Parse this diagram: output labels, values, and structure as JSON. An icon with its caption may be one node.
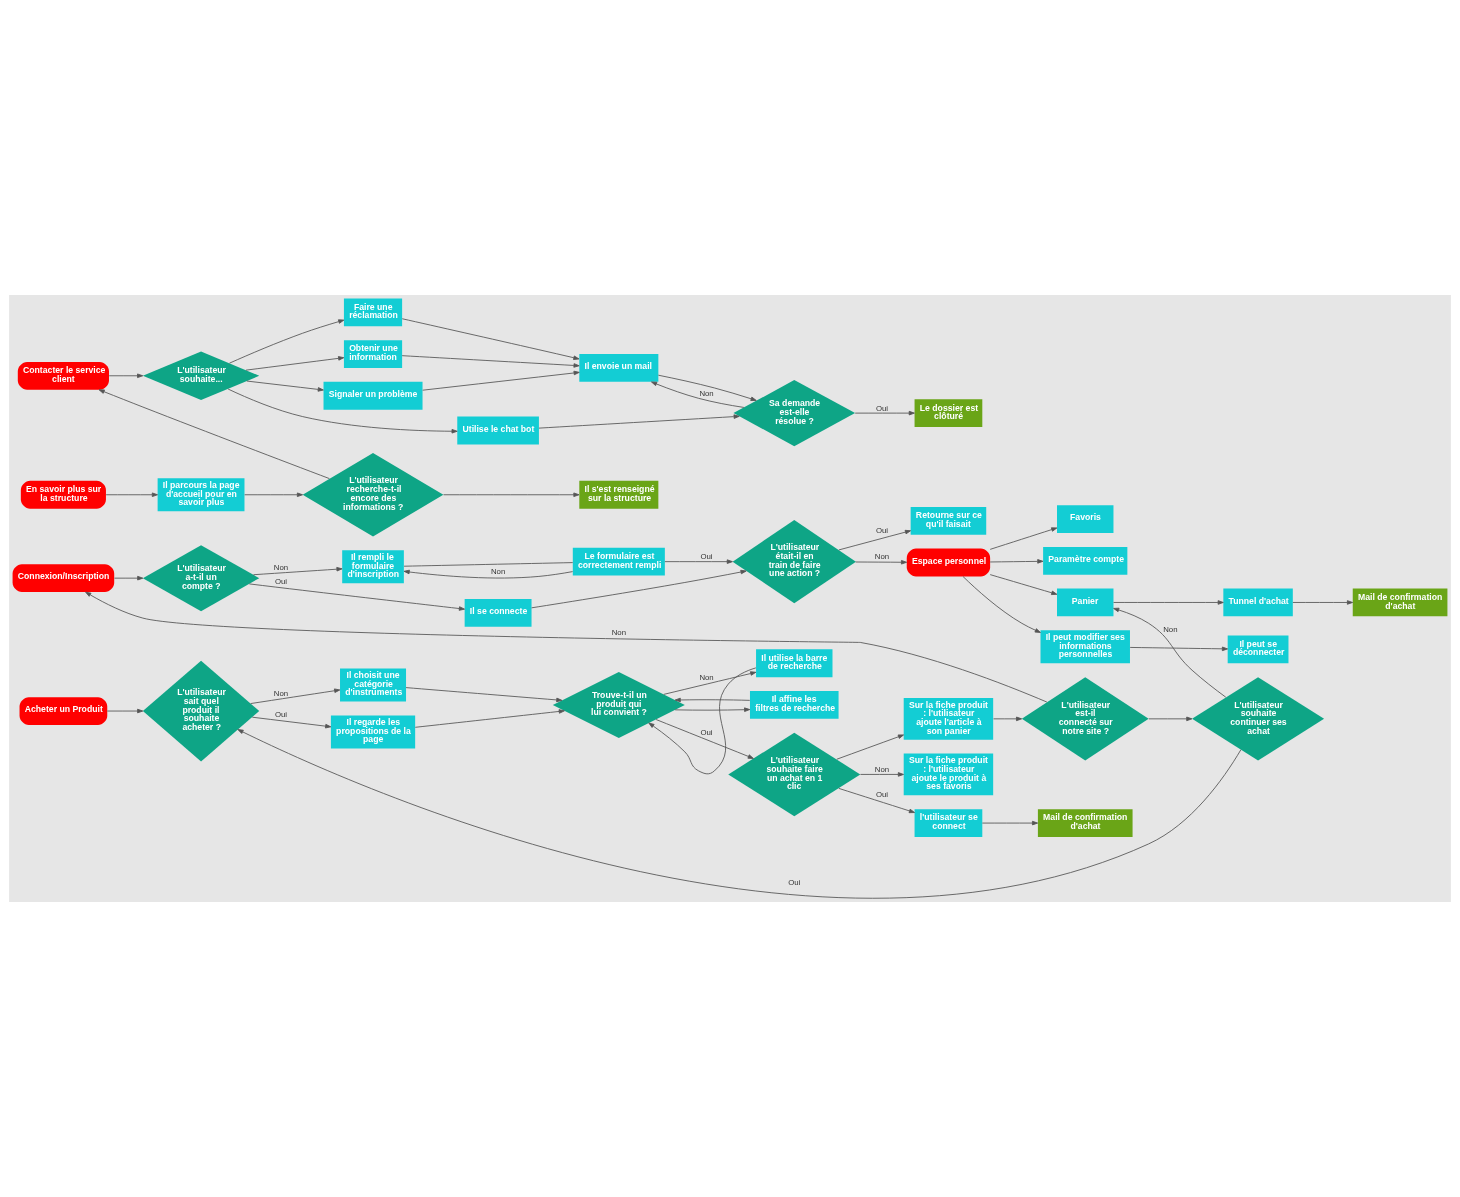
{
  "diagram": {
    "nodes": [
      {
        "text": [
          "Connexion/Inscription"
        ]
      },
      {
        "text": [
          "L'utilisateur a-t-il un compte ?"
        ]
      },
      {
        "text": [
          "Il rempli le formulaire d'inscription"
        ]
      },
      {
        "text": [
          "Le formulaire est correctement rempli"
        ]
      },
      {
        "text": [
          "Il se connecte"
        ]
      },
      {
        "text": [
          "L'utilisateur était-il en train de faire une action ?"
        ]
      },
      {
        "text": [
          "Retourne sur ce qu'il faisait"
        ]
      },
      {
        "text": [
          "Espace personnel"
        ]
      },
      {
        "text": [
          "Favoris"
        ]
      },
      {
        "text": [
          "Paramètre compte"
        ]
      },
      {
        "text": [
          "Panier"
        ]
      },
      {
        "text": [
          "Tunnel d'achat"
        ]
      },
      {
        "text": [
          "Mail de confirmation d'achat"
        ]
      },
      {
        "text": [
          "Il peut modifier ses informations personnelles"
        ]
      },
      {
        "text": [
          "Il peut se déconnecter"
        ]
      },
      {
        "text": [
          "Acheter un Produit"
        ]
      },
      {
        "text": [
          "L'utilisateur sait quel produit il souhaite acheter ?"
        ]
      },
      {
        "text": [
          "Il choisit une catégorie d'instruments"
        ]
      },
      {
        "text": [
          "Il regarde les propositions de la page"
        ]
      },
      {
        "text": [
          "Trouve-t-il un produit qui lui convient ?"
        ]
      },
      {
        "text": [
          "Il utilise la barre de recherche"
        ]
      },
      {
        "text": [
          "Il affine les filtres de recherche"
        ]
      },
      {
        "text": [
          "L'utilisateur souhaite faire un achat en 1 clic"
        ]
      },
      {
        "text": [
          "Sur la fiche produit : l'utilisateur ajoute l'article à son panier"
        ]
      },
      {
        "text": [
          "Sur la fiche produit : l'utilisateur ajoute le produit à ses favoris"
        ]
      },
      {
        "text": [
          "L'utilisateur est-il connecté sur notre site ?"
        ]
      },
      {
        "text": [
          "L'utilisateur souhaite continuer ses achat"
        ]
      },
      {
        "text": [
          "l'utilisateur se connect"
        ]
      },
      {
        "text": [
          "Mail de confirmation d'achat"
        ]
      },
      {
        "text": [
          "Contacter le service client"
        ]
      },
      {
        "text": [
          "L'utilisateur souhaite..."
        ]
      },
      {
        "text": [
          "Faire une réclamation"
        ]
      },
      {
        "text": [
          "Obtenir une information"
        ]
      },
      {
        "text": [
          "Signaler un problème"
        ]
      },
      {
        "text": [
          "Utilise le chat bot"
        ]
      },
      {
        "text": [
          "Il envoie un mail"
        ]
      },
      {
        "text": [
          "Sa demande est-elle résolue ?"
        ]
      },
      {
        "text": [
          "Le dossier est clôturé"
        ]
      },
      {
        "text": [
          "En savoir plus sur la structure"
        ]
      },
      {
        "text": [
          "Il parcours la page d'accueil pour en savoir plus"
        ]
      },
      {
        "text": [
          "L'utilisateur recherche-t-il encore des informations ?"
        ]
      },
      {
        "text": [
          "Il s'est renseigné sur la structure"
        ]
      }
    ],
    "edges": [
      {
        "from": 0,
        "to": 1,
        "arrow": "to"
      },
      {
        "from": 1,
        "to": 2,
        "arrow": "to",
        "label": "Non"
      },
      {
        "from": 1,
        "to": 4,
        "arrow": "to",
        "label": "Oui"
      },
      {
        "from": 2,
        "to": 3,
        "arrow": "none"
      },
      {
        "from": 3,
        "to": 2,
        "arrow": "to",
        "label": "Non"
      },
      {
        "from": 3,
        "to": 5,
        "arrow": "to",
        "label": "Oui"
      },
      {
        "from": 4,
        "to": 5,
        "arrow": "to"
      },
      {
        "from": 5,
        "to": 6,
        "arrow": "to",
        "label": "Oui"
      },
      {
        "from": 5,
        "to": 7,
        "arrow": "to",
        "label": "Non"
      },
      {
        "from": 7,
        "to": 8,
        "arrow": "to"
      },
      {
        "from": 7,
        "to": 9,
        "arrow": "to"
      },
      {
        "from": 7,
        "to": 10,
        "arrow": "to"
      },
      {
        "from": 7,
        "to": 13,
        "arrow": "to"
      },
      {
        "from": 10,
        "to": 11,
        "arrow": "to"
      },
      {
        "from": 11,
        "to": 12,
        "arrow": "to"
      },
      {
        "from": 13,
        "to": 14,
        "arrow": "to"
      },
      {
        "from": 15,
        "to": 16,
        "arrow": "to"
      },
      {
        "from": 16,
        "to": 17,
        "arrow": "to",
        "label": "Non"
      },
      {
        "from": 16,
        "to": 18,
        "arrow": "to",
        "label": "Oui"
      },
      {
        "from": 17,
        "to": 19,
        "arrow": "to"
      },
      {
        "from": 18,
        "to": 19,
        "arrow": "to"
      },
      {
        "from": 19,
        "to": 22,
        "arrow": "to",
        "label": "Oui"
      },
      {
        "from": 19,
        "to": 20,
        "arrow": "to",
        "label": "Non"
      },
      {
        "from": 19,
        "to": 21,
        "arrow": "to"
      },
      {
        "from": 20,
        "to": 19,
        "arrow": "to"
      },
      {
        "from": 21,
        "to": 19,
        "arrow": "to"
      },
      {
        "from": 22,
        "to": 23,
        "arrow": "to"
      },
      {
        "from": 22,
        "to": 24,
        "arrow": "to",
        "label": "Non"
      },
      {
        "from": 22,
        "to": 27,
        "arrow": "to",
        "label": "Oui"
      },
      {
        "from": 27,
        "to": 28,
        "arrow": "to"
      },
      {
        "from": 23,
        "to": 25,
        "arrow": "to"
      },
      {
        "from": 25,
        "to": 0,
        "arrow": "to",
        "label": "Non"
      },
      {
        "from": 25,
        "to": 26,
        "arrow": "to"
      },
      {
        "from": 26,
        "to": 10,
        "arrow": "to",
        "label": "Non"
      },
      {
        "from": 26,
        "to": 16,
        "arrow": "to",
        "label": "Oui"
      },
      {
        "from": 29,
        "to": 30,
        "arrow": "to"
      },
      {
        "from": 30,
        "to": 31,
        "arrow": "to"
      },
      {
        "from": 30,
        "to": 32,
        "arrow": "to"
      },
      {
        "from": 30,
        "to": 33,
        "arrow": "to"
      },
      {
        "from": 30,
        "to": 34,
        "arrow": "to"
      },
      {
        "from": 31,
        "to": 35,
        "arrow": "to"
      },
      {
        "from": 32,
        "to": 35,
        "arrow": "to"
      },
      {
        "from": 33,
        "to": 35,
        "arrow": "to"
      },
      {
        "from": 35,
        "to": 36,
        "arrow": "to"
      },
      {
        "from": 36,
        "to": 35,
        "arrow": "to",
        "label": "Non"
      },
      {
        "from": 36,
        "to": 37,
        "arrow": "to",
        "label": "Oui"
      },
      {
        "from": 34,
        "to": 36,
        "arrow": "to"
      },
      {
        "from": 38,
        "to": 39,
        "arrow": "to"
      },
      {
        "from": 39,
        "to": 40,
        "arrow": "to"
      },
      {
        "from": 40,
        "to": 29,
        "arrow": "to"
      },
      {
        "from": 40,
        "to": 41,
        "arrow": "to"
      }
    ]
  }
}
